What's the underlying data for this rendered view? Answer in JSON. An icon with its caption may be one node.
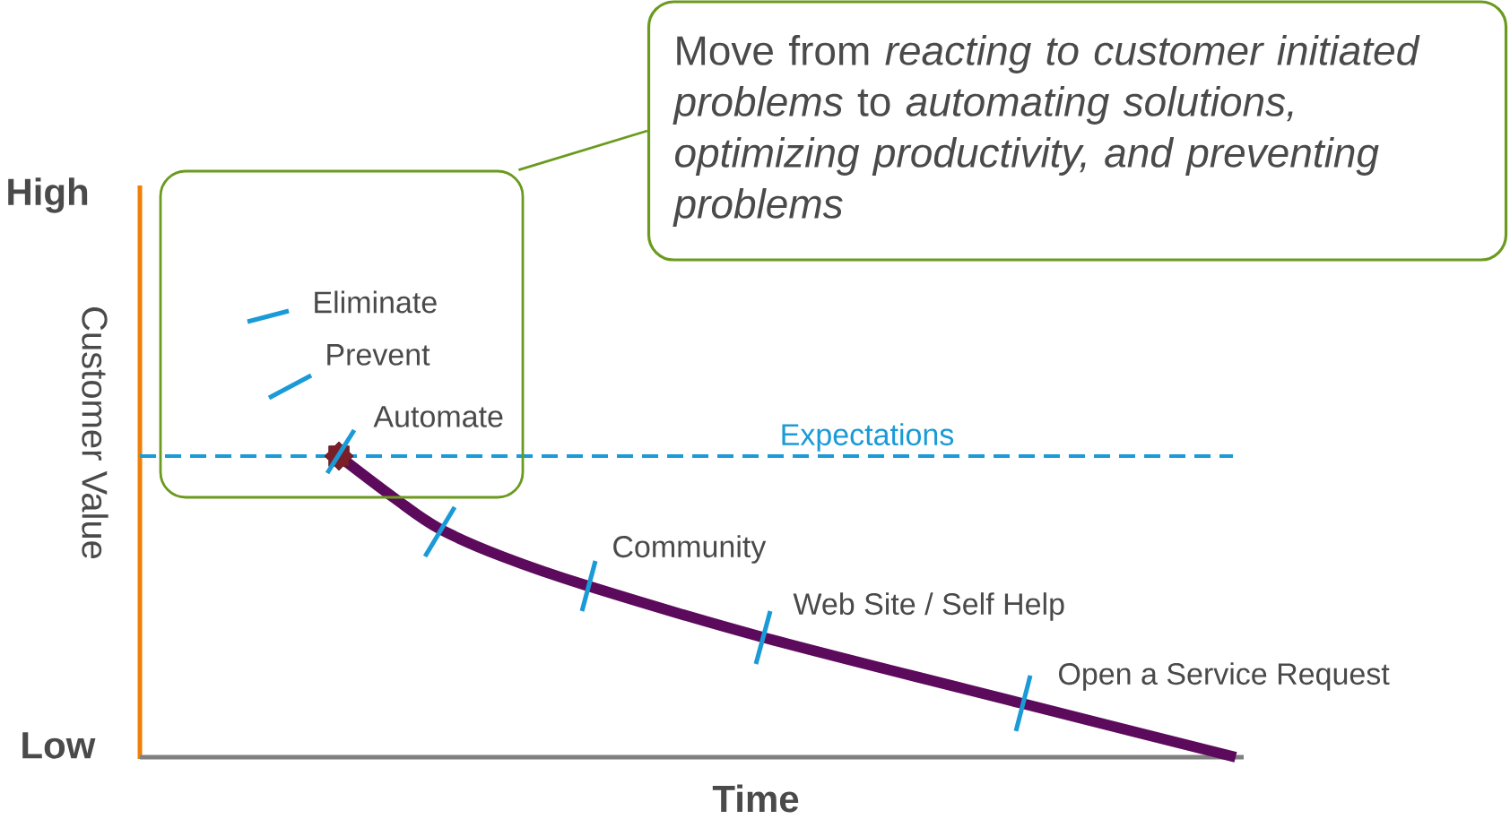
{
  "diagram": {
    "nodes": [
      {
        "text": [
          "Move from *reacting to customer initiated problems* to *automating solutions, optimizing productivity, and preventing problems*"
        ]
      },
      {
        "text": [],
        "shape": "box"
      }
    ],
    "edges": [
      {
        "from": 0,
        "to": 1,
        "arrow": "none"
      }
    ],
    "labels": [
      "High",
      "Customer Value",
      "Eliminate",
      "Prevent",
      "Automate",
      "Expectations",
      "Community",
      "Web Site / Self Help",
      "Open a Service Request",
      "Low",
      "Time"
    ]
  }
}
